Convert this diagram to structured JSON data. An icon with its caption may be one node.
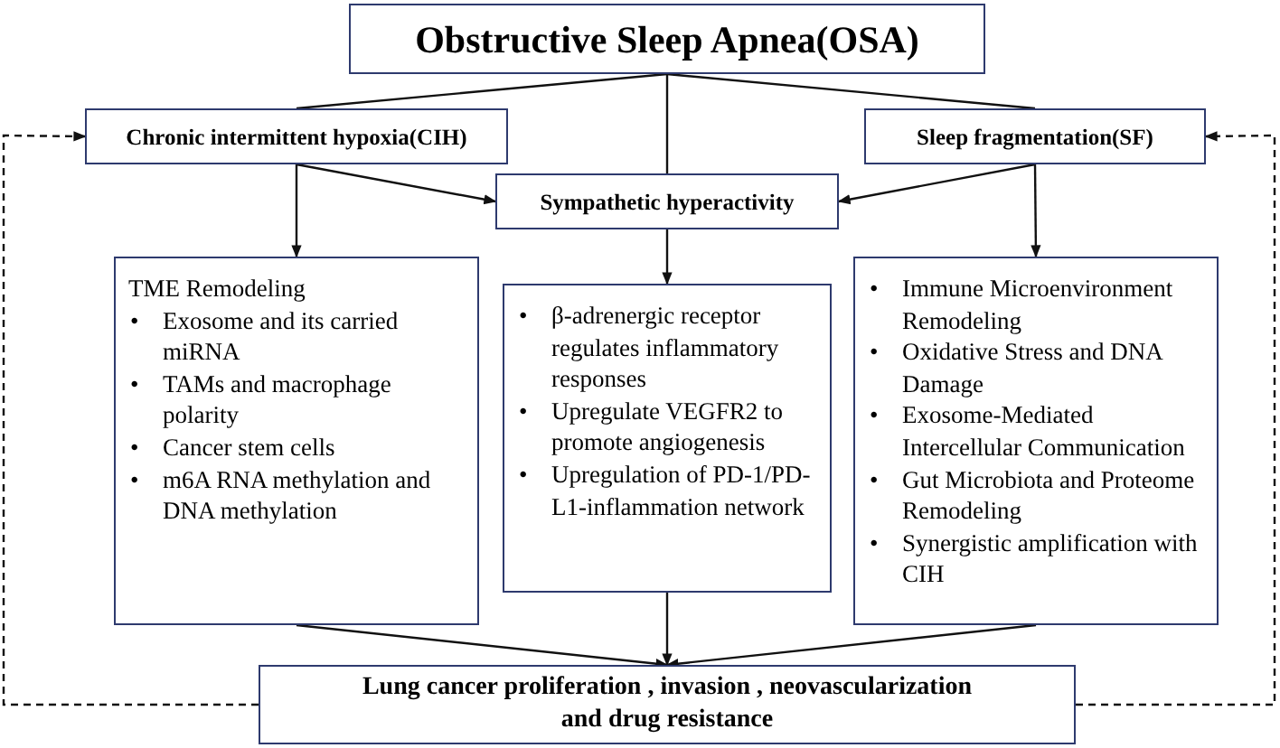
{
  "diagram": {
    "nodes": [
      {
        "text": [
          "Obstructive Sleep Apnea(OSA)"
        ]
      },
      {
        "text": [
          "Chronic intermittent hypoxia(CIH)"
        ]
      },
      {
        "text": [
          "Sleep fragmentation(SF)"
        ]
      },
      {
        "text": [
          "Sympathetic hyperactivity"
        ]
      },
      {
        "text": [
          "TME Remodeling",
          "•",
          "Exosome and its carried miRNA",
          "•",
          "TAMs and macrophage polarity",
          "•",
          "Cancer stem cells",
          "•",
          "m6A RNA methylation and DNA methylation"
        ]
      },
      {
        "text": [
          "•",
          "β-adrenergic receptor regulates inflammatory responses",
          "•",
          "Upregulate VEGFR2 to promote angiogenesis",
          "•",
          "Upregulation of PD-1/PD-L1-inflammation network"
        ]
      },
      {
        "text": [
          "•",
          "Immune Microenvironment Remodeling",
          "•",
          "Oxidative Stress and DNA Damage",
          "•",
          "Exosome-Mediated Intercellular Communication",
          "•",
          "Gut Microbiota and Proteome Remodeling",
          "•",
          "Synergistic amplification with CIH"
        ]
      },
      {
        "text": [
          "Lung cancer proliferation , invasion , neovascularization and drug resistance"
        ]
      }
    ],
    "edges": [
      {
        "from": 0,
        "to": 1,
        "arrow": "none"
      },
      {
        "from": 0,
        "to": 3,
        "arrow": "none"
      },
      {
        "from": 0,
        "to": 2,
        "arrow": "none"
      },
      {
        "from": 1,
        "to": 3,
        "arrow": "to"
      },
      {
        "from": 2,
        "to": 3,
        "arrow": "to"
      },
      {
        "from": 1,
        "to": 4,
        "arrow": "to"
      },
      {
        "from": 3,
        "to": 5,
        "arrow": "to"
      },
      {
        "from": 2,
        "to": 6,
        "arrow": "to"
      },
      {
        "from": 4,
        "to": 7,
        "arrow": "to"
      },
      {
        "from": 5,
        "to": 7,
        "arrow": "to"
      },
      {
        "from": 6,
        "to": 7,
        "arrow": "to"
      },
      {
        "from": 7,
        "to": 1,
        "arrow": "to",
        "style": "dashed"
      },
      {
        "from": 7,
        "to": 2,
        "arrow": "to",
        "style": "dashed"
      }
    ]
  }
}
